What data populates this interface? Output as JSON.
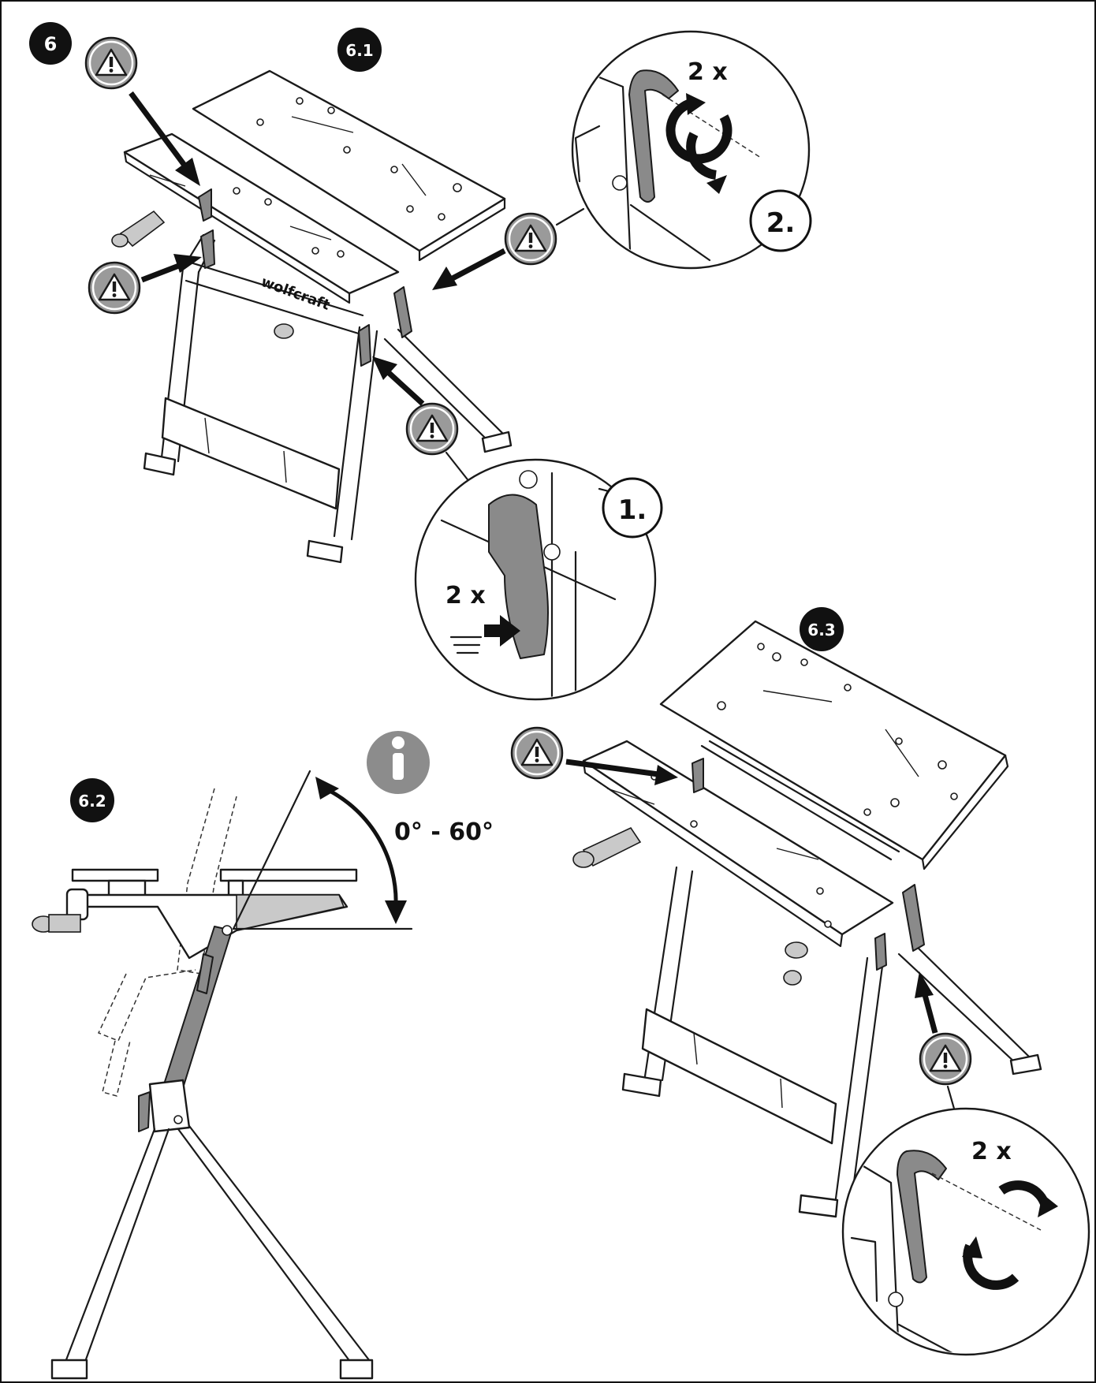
{
  "figure": {
    "step_badge": "6",
    "panels": [
      {
        "id": "6.1",
        "label": "6.1"
      },
      {
        "id": "6.2",
        "label": "6.2"
      },
      {
        "id": "6.3",
        "label": "6.3"
      }
    ],
    "callouts": {
      "step1_number": "1.",
      "step1_repeat": "2 x",
      "step2_number": "2.",
      "step2_repeat": "2 x",
      "step63_repeat": "2 x"
    },
    "angle_range": "0° - 60°",
    "icons": {
      "warning": "warning-triangle-icon",
      "info": "info-icon",
      "rotate": "rotate-arrows-icon"
    },
    "colors": {
      "badge": "#111111",
      "warning_fill": "#9a9a9a",
      "info_fill": "#8c8c8c",
      "part_grey": "#8a8a8a"
    }
  }
}
